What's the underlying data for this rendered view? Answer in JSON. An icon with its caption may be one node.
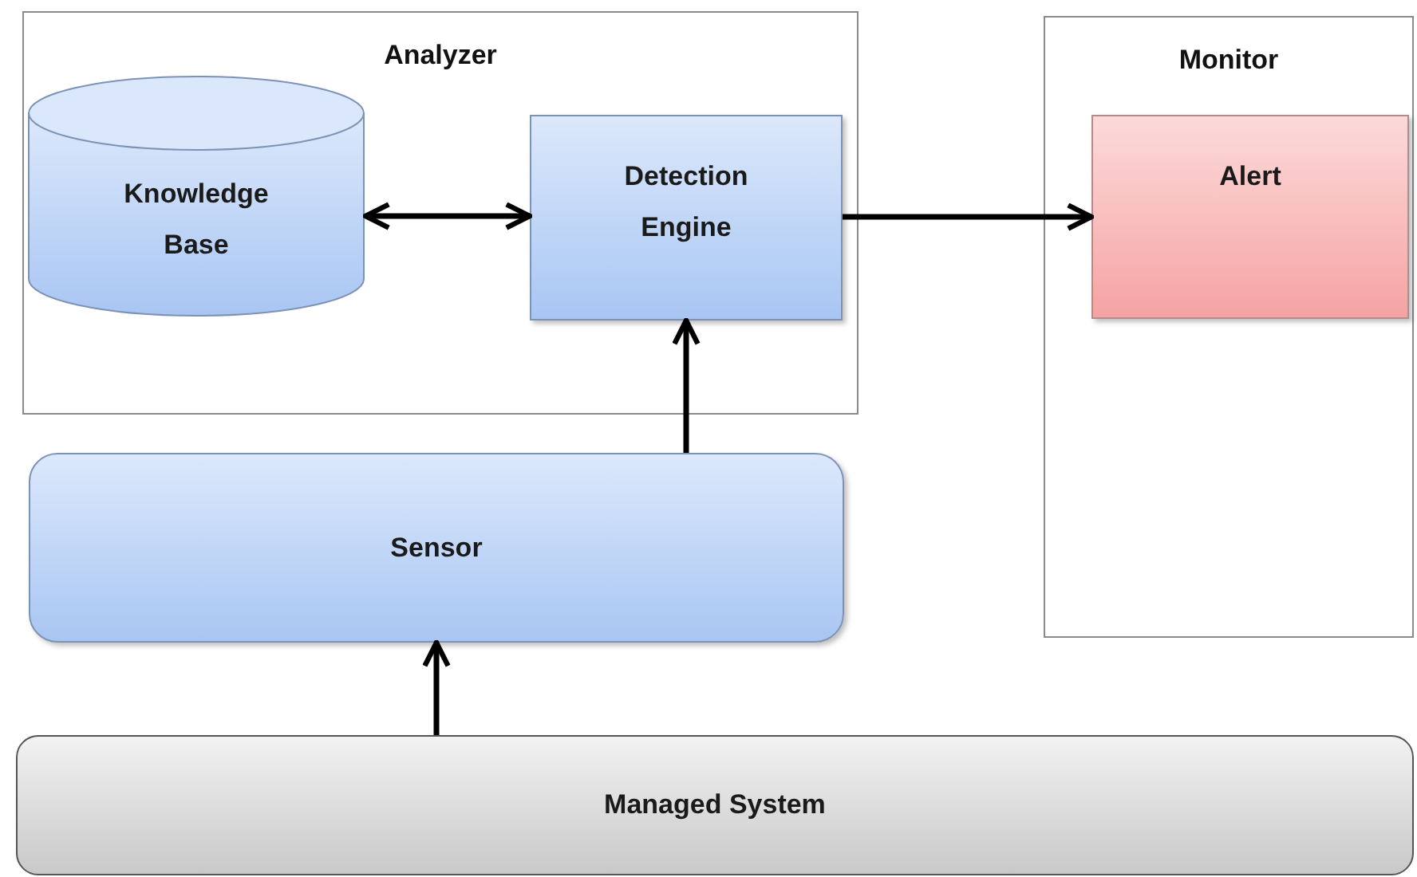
{
  "diagram": {
    "nodes": [
      {
        "text": [
          "Analyzer"
        ]
      },
      {
        "text": [
          "Knowledge Base"
        ],
        "in": 0
      },
      {
        "text": [
          "Detection Engine"
        ],
        "in": 0
      },
      {
        "text": [
          "Monitor"
        ]
      },
      {
        "text": [
          "Alert"
        ],
        "in": 3
      },
      {
        "text": [
          "Sensor"
        ]
      },
      {
        "text": [
          "Managed System"
        ]
      }
    ],
    "edges": [
      {
        "from": 1,
        "to": 2,
        "arrow": "both"
      },
      {
        "from": 2,
        "to": 4,
        "arrow": "to"
      },
      {
        "from": 5,
        "to": 2,
        "arrow": "to"
      },
      {
        "from": 6,
        "to": 5,
        "arrow": "to"
      }
    ]
  }
}
